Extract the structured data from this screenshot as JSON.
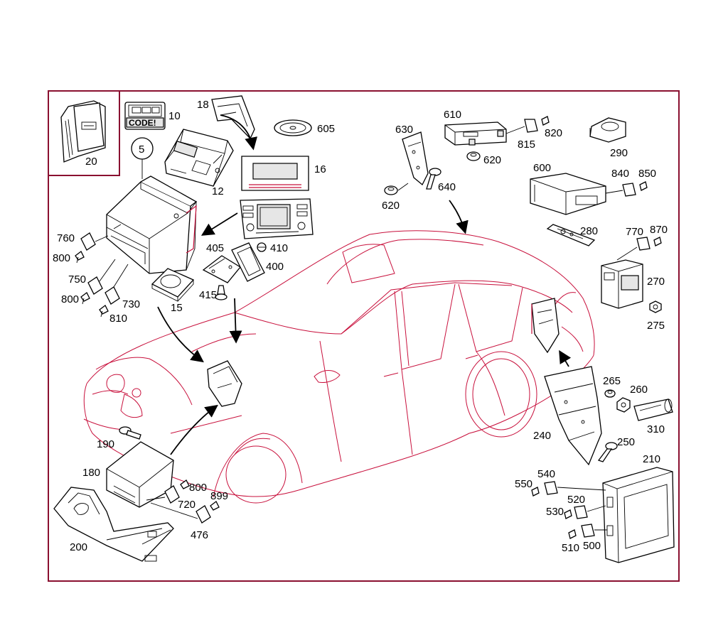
{
  "labels": {
    "p5": "5",
    "p10": "10",
    "p12": "12",
    "p15": "15",
    "p16": "16",
    "p18": "18",
    "p20": "20",
    "p180": "180",
    "p190": "190",
    "p200": "200",
    "p210": "210",
    "p240": "240",
    "p250": "250",
    "p260": "260",
    "p265": "265",
    "p270": "270",
    "p275": "275",
    "p280": "280",
    "p290": "290",
    "p310": "310",
    "p400": "400",
    "p405": "405",
    "p410": "410",
    "p415": "415",
    "p476": "476",
    "p500": "500",
    "p510": "510",
    "p520": "520",
    "p530": "530",
    "p540": "540",
    "p550": "550",
    "p600": "600",
    "p605": "605",
    "p610": "610",
    "p620a": "620",
    "p620b": "620",
    "p630": "630",
    "p640": "640",
    "p720": "720",
    "p730": "730",
    "p750": "750",
    "p760": "760",
    "p770": "770",
    "p800a": "800",
    "p800b": "800",
    "p800c": "800",
    "p810": "810",
    "p815": "815",
    "p820": "820",
    "p840": "840",
    "p850": "850",
    "p870": "870",
    "p899": "899"
  },
  "code_badge": "CODE!",
  "colors": {
    "frame": "#8a1030",
    "car_outline": "#c8103c",
    "parts": "#000000"
  }
}
